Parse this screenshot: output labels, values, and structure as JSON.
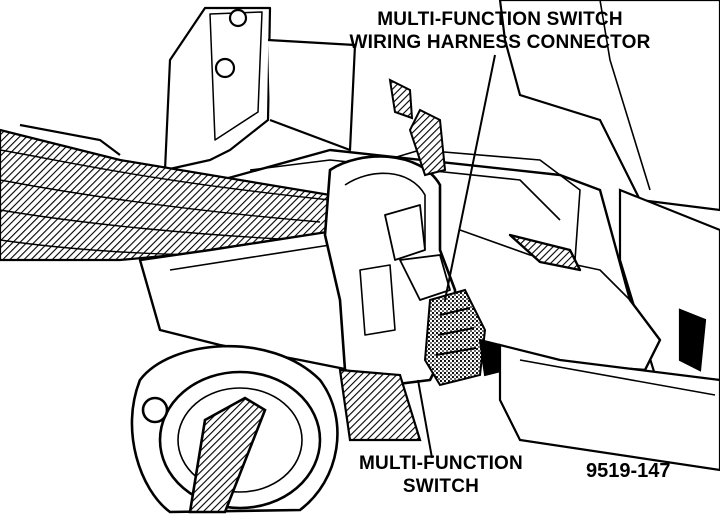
{
  "callouts": {
    "harness_connector": {
      "line1": "MULTI-FUNCTION SWITCH",
      "line2": "WIRING HARNESS CONNECTOR"
    },
    "switch": {
      "line1": "MULTI-FUNCTION",
      "line2": "SWITCH"
    }
  },
  "figure_id": "9519-147",
  "colors": {
    "ink": "#000000",
    "paper": "#ffffff"
  }
}
